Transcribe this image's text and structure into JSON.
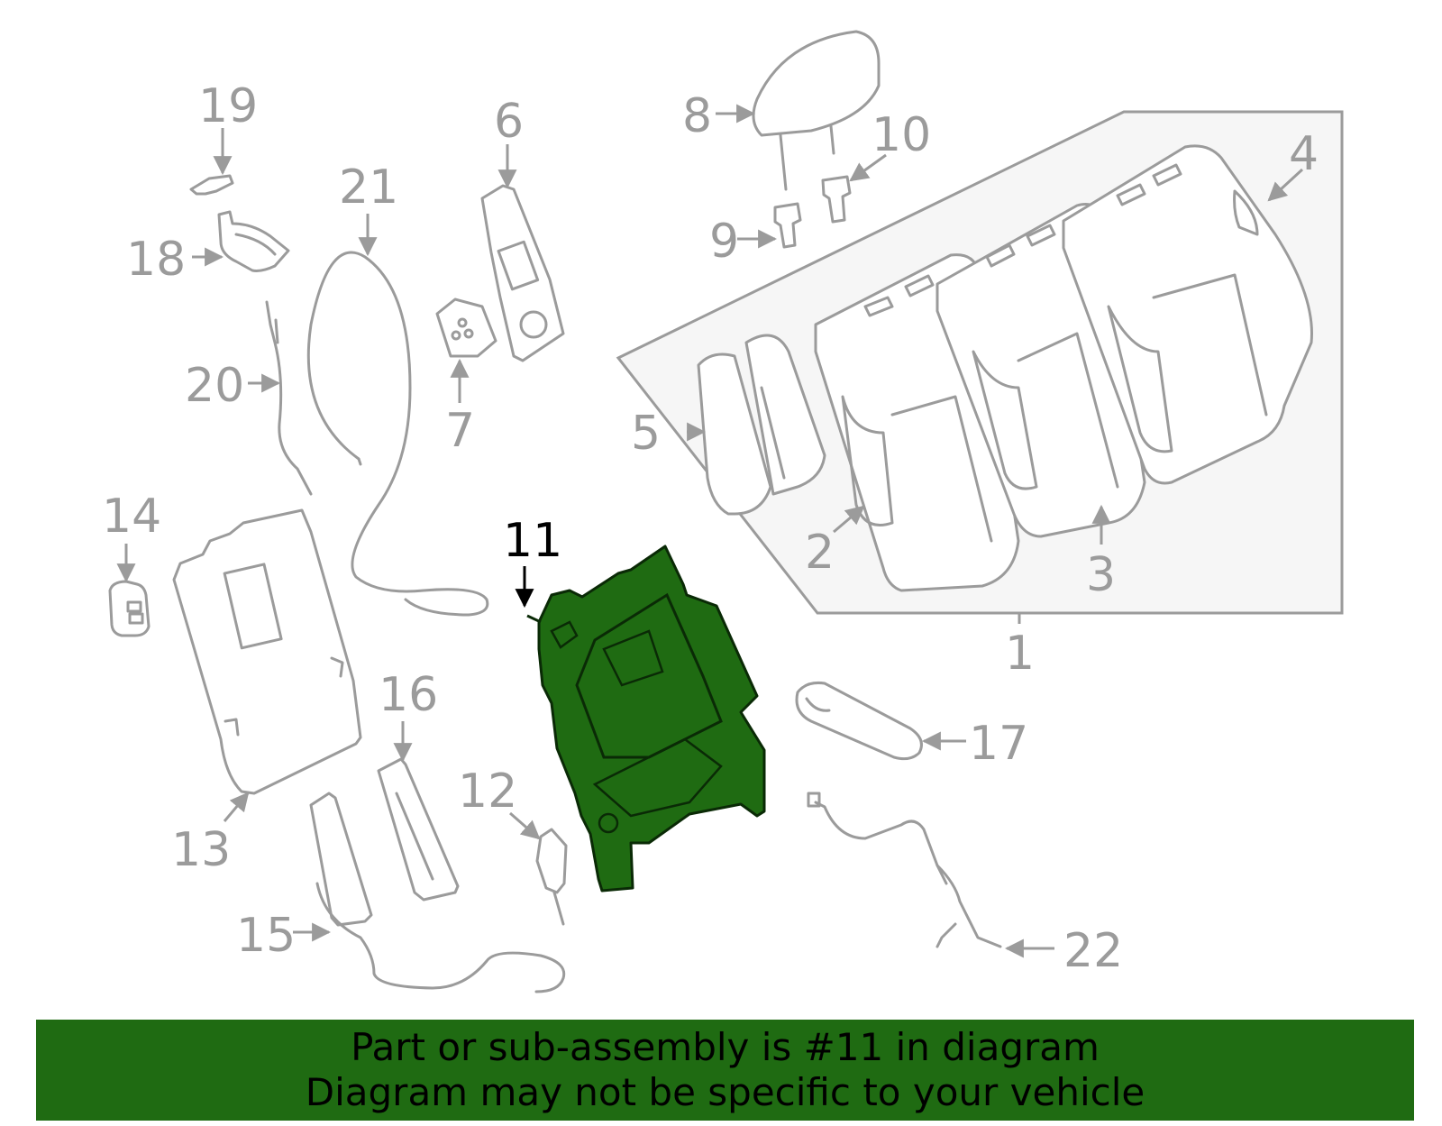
{
  "highlight_color": "#1f6b12",
  "callouts": {
    "c1": "1",
    "c2": "2",
    "c3": "3",
    "c4": "4",
    "c5": "5",
    "c6": "6",
    "c7": "7",
    "c8": "8",
    "c9": "9",
    "c10": "10",
    "c11": "11",
    "c12": "12",
    "c13": "13",
    "c14": "14",
    "c15": "15",
    "c16": "16",
    "c17": "17",
    "c18": "18",
    "c19": "19",
    "c20": "20",
    "c21": "21",
    "c22": "22"
  },
  "banner": {
    "line1": "Part or sub-assembly is #11 in diagram",
    "line2": "Diagram may not be specific to your vehicle"
  }
}
